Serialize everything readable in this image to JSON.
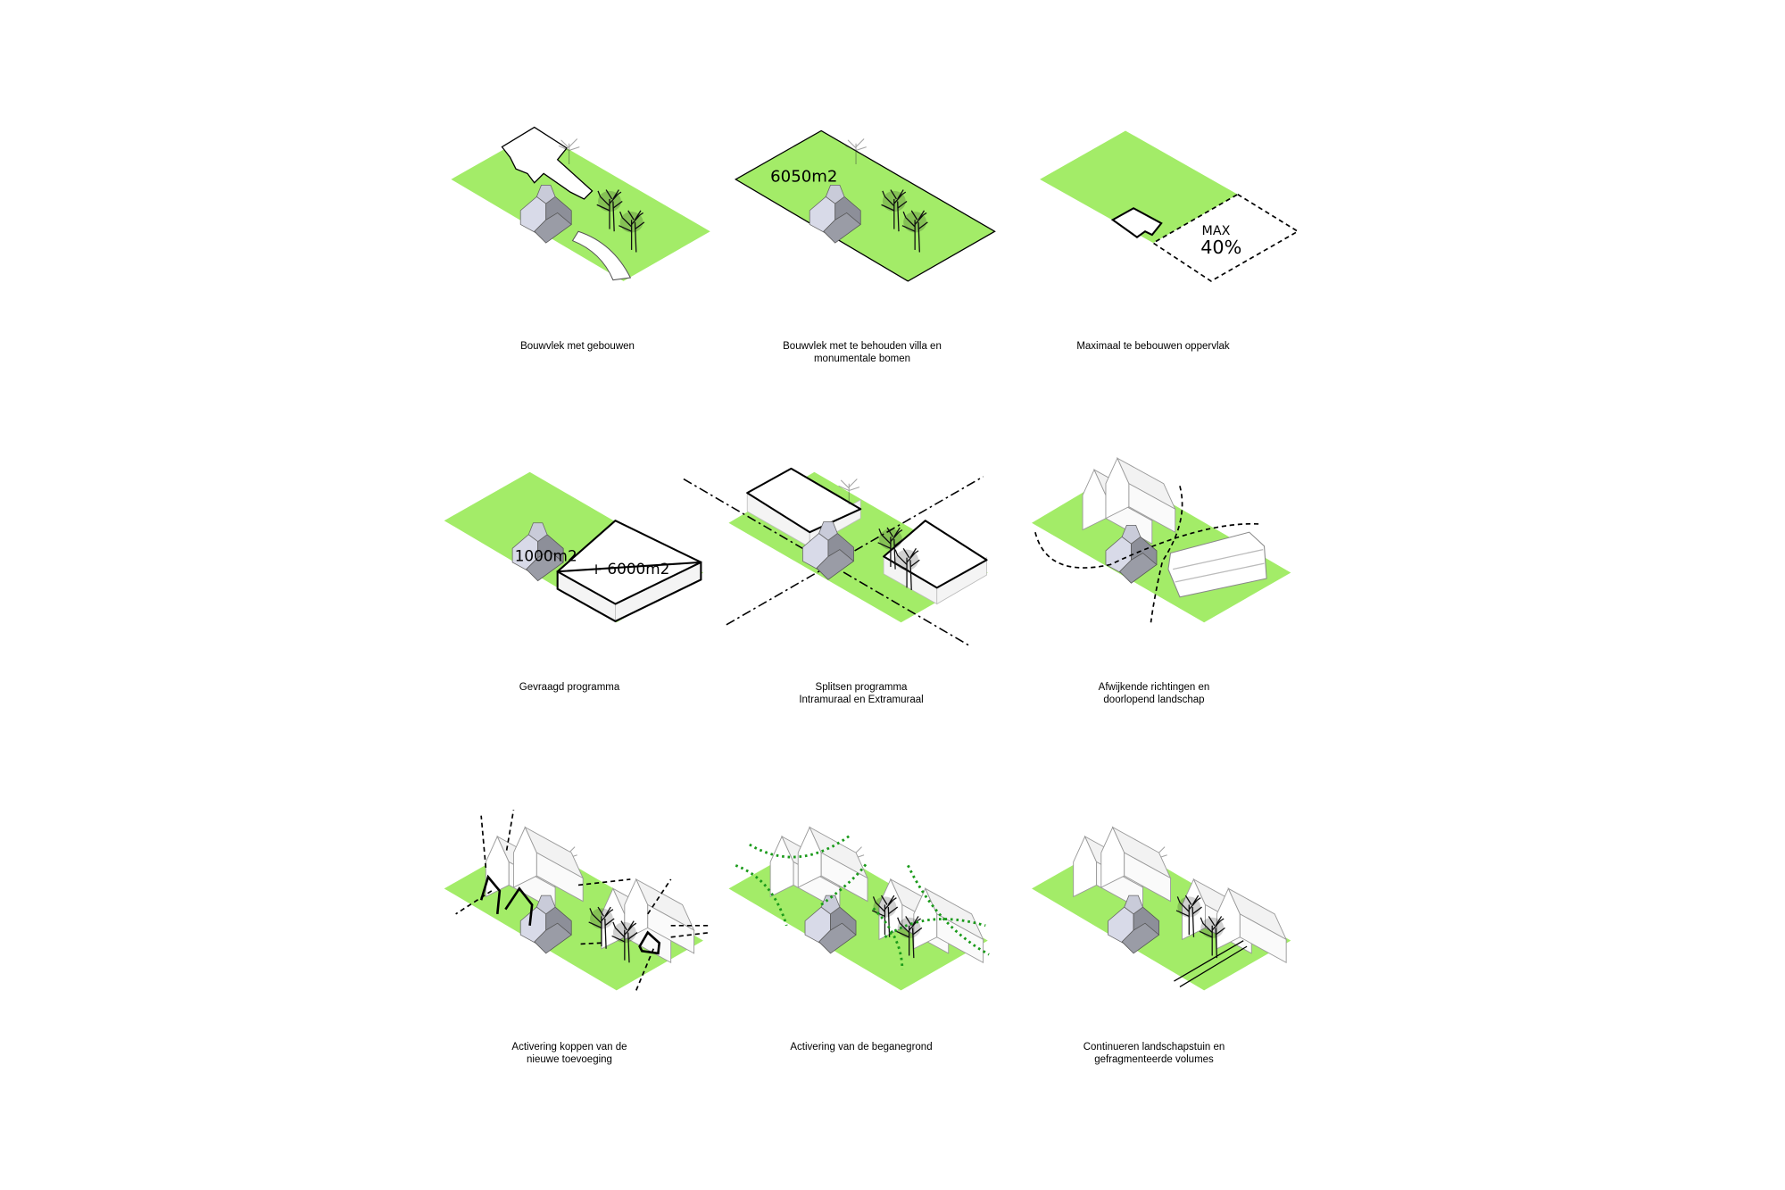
{
  "colors": {
    "grass": "#a3ec68",
    "house_light": "#d8dae8",
    "house_dark": "#8d8f99",
    "green_path": "#1a9a1a"
  },
  "panels": [
    {
      "caption": [
        "Bouwvlek met gebouwen"
      ]
    },
    {
      "caption": [
        "Bouwvlek met te behouden villa en",
        "monumentale bomen"
      ],
      "area_label": "6050m2"
    },
    {
      "caption": [
        "Maximaal te bebouwen oppervlak"
      ],
      "max_label": "MAX",
      "max_value": "40%"
    },
    {
      "caption": [
        "Gevraagd programma"
      ],
      "existing_label": "1000m2",
      "added_label": "+ 6000m2"
    },
    {
      "caption": [
        "Splitsen programma",
        "Intramuraal en Extramuraal"
      ]
    },
    {
      "caption": [
        "Afwijkende richtingen en",
        "doorlopend landschap"
      ]
    },
    {
      "caption": [
        "Activering  koppen van de",
        "nieuwe toevoeging"
      ]
    },
    {
      "caption": [
        "Activering van de beganegrond"
      ]
    },
    {
      "caption": [
        "Continueren landschapstuin en",
        "gefragmenteerde volumes"
      ]
    }
  ]
}
